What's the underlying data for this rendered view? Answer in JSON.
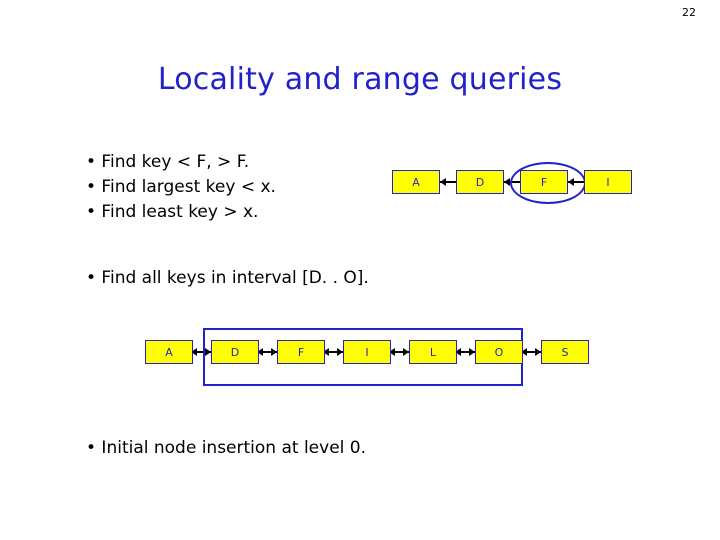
{
  "slide": {
    "page_number": "22",
    "title": "Locality and range queries",
    "bullets_group_1": [
      "• Find key < F, > F.",
      "• Find largest key < x.",
      "• Find least key > x."
    ],
    "bullets_group_2": [
      "• Find all keys in interval [D. . O]."
    ],
    "bullets_group_3": [
      "• Initial node insertion at level 0."
    ],
    "colors": {
      "title": "#2222cc",
      "node_fill": "#ffff00",
      "node_border": "#2222cc",
      "node_text": "#2222cc",
      "link": "#000000",
      "highlight": "#2222cc"
    },
    "diagram_top": {
      "nodes": [
        "A",
        "D",
        "F",
        "I"
      ],
      "highlight_shape": "ellipse",
      "highlight_around": [
        "F"
      ]
    },
    "diagram_bottom": {
      "nodes": [
        "A",
        "D",
        "F",
        "I",
        "L",
        "O",
        "S"
      ],
      "highlight_shape": "rectangle",
      "highlight_around": [
        "D",
        "F",
        "I",
        "L",
        "O"
      ]
    }
  }
}
